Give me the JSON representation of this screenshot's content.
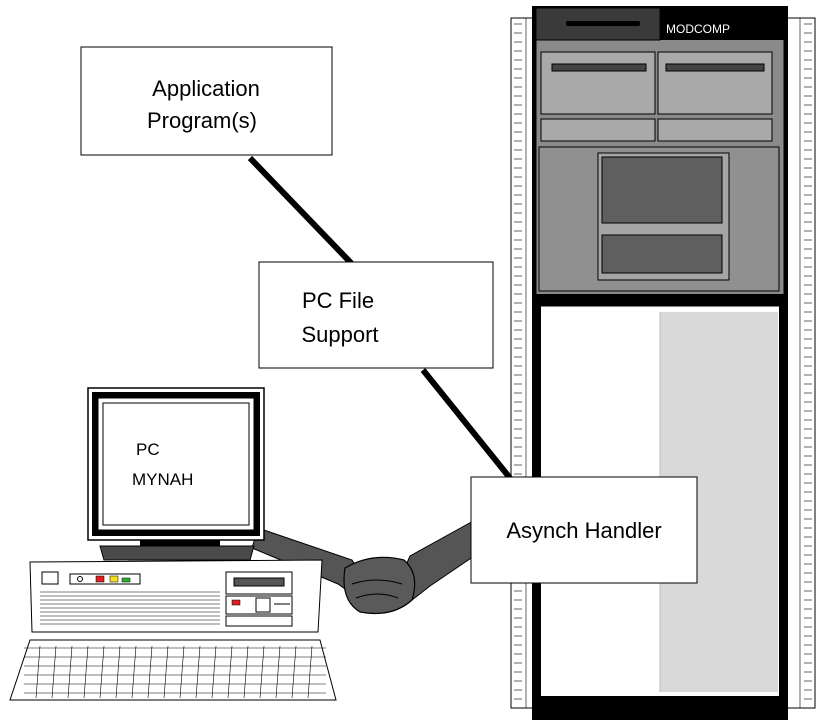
{
  "diagram": {
    "application_box": {
      "line1": "Application",
      "line2": "Program(s)"
    },
    "file_support_box": {
      "line1": "PC File",
      "line2": "Support"
    },
    "asynch_box": {
      "label": "Asynch Handler"
    },
    "pc_screen": {
      "line1": "PC",
      "line2": "MYNAH"
    },
    "cabinet": {
      "brand": "MODCOMP"
    }
  }
}
